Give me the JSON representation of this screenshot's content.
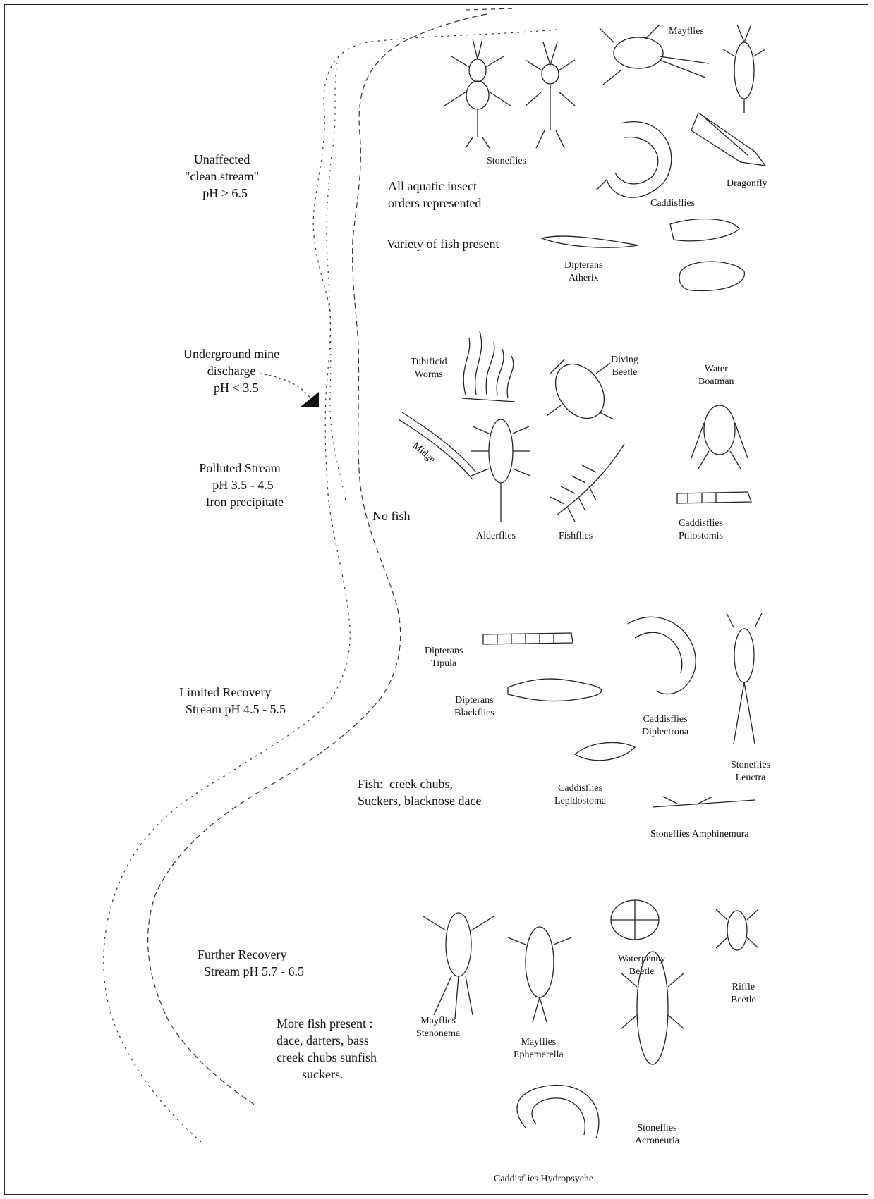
{
  "zones": {
    "unaffected": "Unaffected\n\"clean stream\"\n  pH > 6.5",
    "mine": "Underground mine\ndischarge\n   pH < 3.5",
    "polluted": "Polluted Stream\n  pH 3.5 - 4.5\n   Iron precipitate",
    "limited": "Limited Recovery\n  Stream pH 4.5 - 5.5",
    "further": "Further Recovery\n  Stream pH 5.7 - 6.5"
  },
  "notes": {
    "all_orders": "All aquatic insect\norders represented",
    "variety_fish": "Variety of fish present",
    "no_fish": "No fish",
    "fish_limited": "Fish:  creek chubs,\nSuckers, blacknose dace",
    "more_fish": "More fish present :\ndace, darters, bass\ncreek chubs sunfish\n        suckers."
  },
  "organisms": {
    "mayflies_top": "Mayflies",
    "stoneflies_top": "Stoneflies",
    "dragonfly": "Dragonfly",
    "caddisflies_top": "Caddisflies",
    "dipterans_atherix": "Dipterans\nAtherix",
    "tubificid": "Tubificid\nWorms",
    "diving_beetle": "Diving\nBeetle",
    "water_boatman": "Water\nBoatman",
    "midge": "Midge",
    "alderflies": "Alderflies",
    "fishflies": "Fishflies",
    "caddis_ptilostomis": "Caddisflies\nPtilostomis",
    "dipterans_tipula": "Dipterans\nTipula",
    "dipterans_blackflies": "Dipterans\nBlackflies",
    "caddis_diplectrona": "Caddisflies\nDiplectrona",
    "stoneflies_leuctra": "Stoneflies\nLeuctra",
    "caddis_lepidostoma": "Caddisflies\nLepidostoma",
    "stoneflies_amphinemura": "Stoneflies Amphinemura",
    "mayflies_stenonema": "Mayflies\nStenonema",
    "mayflies_ephemerella": "Mayflies\nEphemerella",
    "waterpenny": "Waterpenny\nBeetle",
    "riffle": "Riffle\nBeetle",
    "stoneflies_acroneuria": "Stoneflies\nAcroneuria",
    "caddis_hydropsyche": "Caddisflies Hydropsyche"
  }
}
